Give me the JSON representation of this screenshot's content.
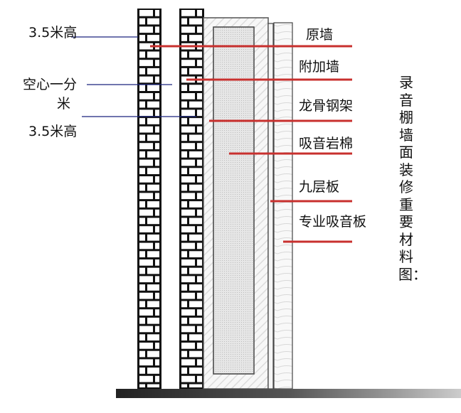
{
  "left_labels": {
    "height_top": "3.5米高",
    "cavity_line1": "空心一分",
    "cavity_line2": "米",
    "height_bottom": "3.5米高"
  },
  "layer_labels": [
    "原墙",
    "附加墙",
    "龙骨钢架",
    "吸音岩棉",
    "九层板",
    "专业吸音板"
  ],
  "title": "录音棚墙面装修重要材料图：",
  "colors": {
    "leader_red": "#c8302e",
    "leader_blue": "#1a237e",
    "brick_mortar": "#111111"
  }
}
